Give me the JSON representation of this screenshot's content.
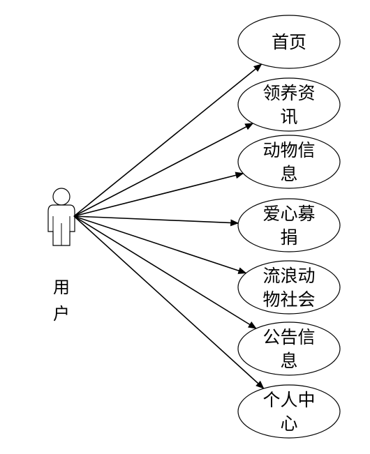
{
  "actor": {
    "name_lines": [
      "用",
      "户"
    ],
    "icon": "stick-figure-user-icon"
  },
  "use_cases": [
    {
      "id": "home",
      "lines": [
        "首页"
      ]
    },
    {
      "id": "adoption-info",
      "lines": [
        "领养资",
        "讯"
      ]
    },
    {
      "id": "animal-info",
      "lines": [
        "动物信",
        "息"
      ]
    },
    {
      "id": "donation",
      "lines": [
        "爱心募",
        "捐"
      ]
    },
    {
      "id": "stray-community",
      "lines": [
        "流浪动",
        "物社会"
      ]
    },
    {
      "id": "announcement",
      "lines": [
        "公告信",
        "息"
      ]
    },
    {
      "id": "personal-center",
      "lines": [
        "个人中",
        "心"
      ]
    }
  ],
  "colors": {
    "stroke": "#000000",
    "fill": "#ffffff",
    "text": "#000000"
  }
}
